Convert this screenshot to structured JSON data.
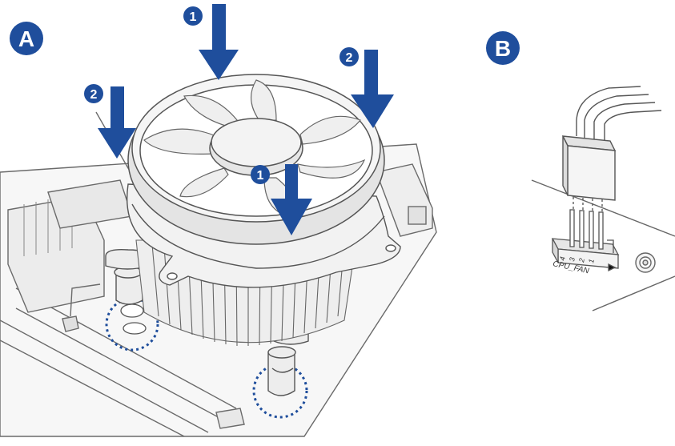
{
  "panels": {
    "a": {
      "label": "A"
    },
    "b": {
      "label": "B"
    }
  },
  "steps": {
    "push": "1",
    "press": "2"
  },
  "connector": {
    "name": "CPU_FAN",
    "pins": [
      "4",
      "3",
      "2",
      "1"
    ]
  },
  "colors": {
    "accent": "#1f4e9c",
    "line": "#555555",
    "fill": "#f2f2f2",
    "shade": "#dcdcdc",
    "dots": "#1f4e9c"
  }
}
